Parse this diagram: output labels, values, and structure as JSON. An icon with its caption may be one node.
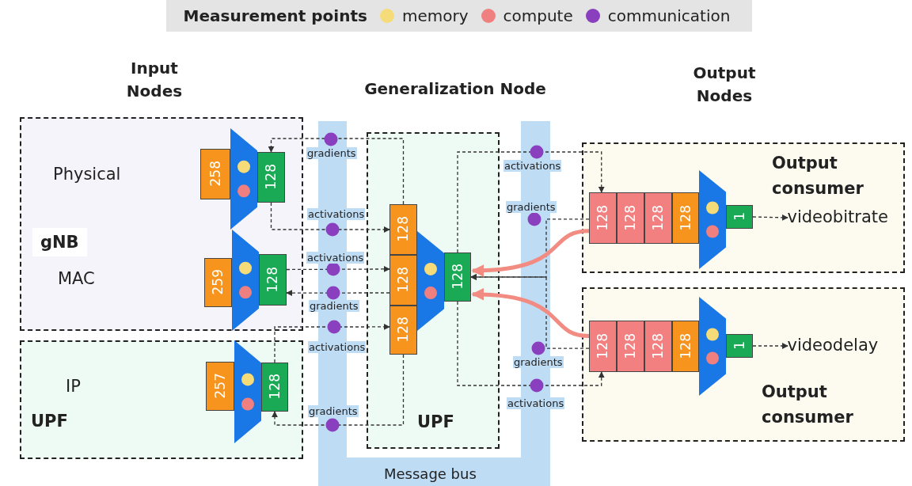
{
  "diagram": {
    "nodes": [
      {
        "text": [
          "Physical",
          "gNB",
          "MAC"
        ]
      },
      {
        "text": [
          "258"
        ],
        "in": 0
      },
      {
        "text": [
          "128"
        ],
        "in": 0
      },
      {
        "text": [
          "259"
        ],
        "in": 0
      },
      {
        "text": [
          "128"
        ],
        "in": 0
      },
      {
        "text": [
          "IP",
          "UPF"
        ]
      },
      {
        "text": [
          "257"
        ],
        "in": 5
      },
      {
        "text": [
          "128"
        ],
        "in": 5
      },
      {
        "text": [
          "UPF"
        ]
      },
      {
        "text": [
          "128"
        ],
        "in": 8
      },
      {
        "text": [
          "128"
        ],
        "in": 8
      },
      {
        "text": [
          "128"
        ],
        "in": 8
      },
      {
        "text": [
          "128"
        ],
        "in": 8
      },
      {
        "text": [
          "Output consumer"
        ]
      },
      {
        "text": [
          "128"
        ],
        "in": 13
      },
      {
        "text": [
          "128"
        ],
        "in": 13
      },
      {
        "text": [
          "128"
        ],
        "in": 13
      },
      {
        "text": [
          "128"
        ],
        "in": 13
      },
      {
        "text": [
          "1"
        ],
        "in": 13
      },
      {
        "text": [
          "videobitrate"
        ],
        "in": 13
      },
      {
        "text": [
          "Output consumer"
        ]
      },
      {
        "text": [
          "128"
        ],
        "in": 20
      },
      {
        "text": [
          "128"
        ],
        "in": 20
      },
      {
        "text": [
          "128"
        ],
        "in": 20
      },
      {
        "text": [
          "128"
        ],
        "in": 20
      },
      {
        "text": [
          "1"
        ],
        "in": 20
      },
      {
        "text": [
          "videodelay"
        ],
        "in": 20
      }
    ],
    "edges": [
      {
        "from": 2,
        "to": 9,
        "arrow": "to",
        "label": "activations",
        "style": "dashed"
      },
      {
        "from": 9,
        "to": 2,
        "arrow": "to",
        "label": "gradients",
        "style": "dashed"
      },
      {
        "from": 4,
        "to": 10,
        "arrow": "to",
        "label": "activations",
        "style": "dashed"
      },
      {
        "from": 10,
        "to": 4,
        "arrow": "to",
        "label": "gradients",
        "style": "dashed"
      },
      {
        "from": 7,
        "to": 11,
        "arrow": "to",
        "label": "activations",
        "style": "dashed"
      },
      {
        "from": 11,
        "to": 7,
        "arrow": "to",
        "label": "gradients",
        "style": "dashed"
      },
      {
        "from": 12,
        "to": 14,
        "arrow": "to",
        "label": "activations",
        "style": "dashed"
      },
      {
        "from": 14,
        "to": 12,
        "arrow": "to",
        "label": "gradients",
        "style": "dashed"
      },
      {
        "from": 21,
        "to": 12,
        "arrow": "to",
        "label": "gradients",
        "style": "dashed"
      },
      {
        "from": 12,
        "to": 21,
        "arrow": "to",
        "label": "activations",
        "style": "dashed"
      },
      {
        "from": 14,
        "to": 12,
        "arrow": "to",
        "style": "thick",
        "color": "#f28b82"
      },
      {
        "from": 21,
        "to": 12,
        "arrow": "to",
        "style": "thick",
        "color": "#f28b82"
      },
      {
        "from": 18,
        "to": 19,
        "arrow": "to",
        "style": "dashed"
      },
      {
        "from": 25,
        "to": 26,
        "arrow": "to",
        "style": "dashed"
      }
    ],
    "labels": [
      "Measurement points",
      "Input Nodes",
      "Generalization Node",
      "Output Nodes",
      "Message bus"
    ],
    "legend": [
      {
        "text": "memory",
        "color": "#f5dc78"
      },
      {
        "text": "compute",
        "color": "#f08080"
      },
      {
        "text": "communication",
        "color": "#8a3fbf"
      }
    ]
  }
}
